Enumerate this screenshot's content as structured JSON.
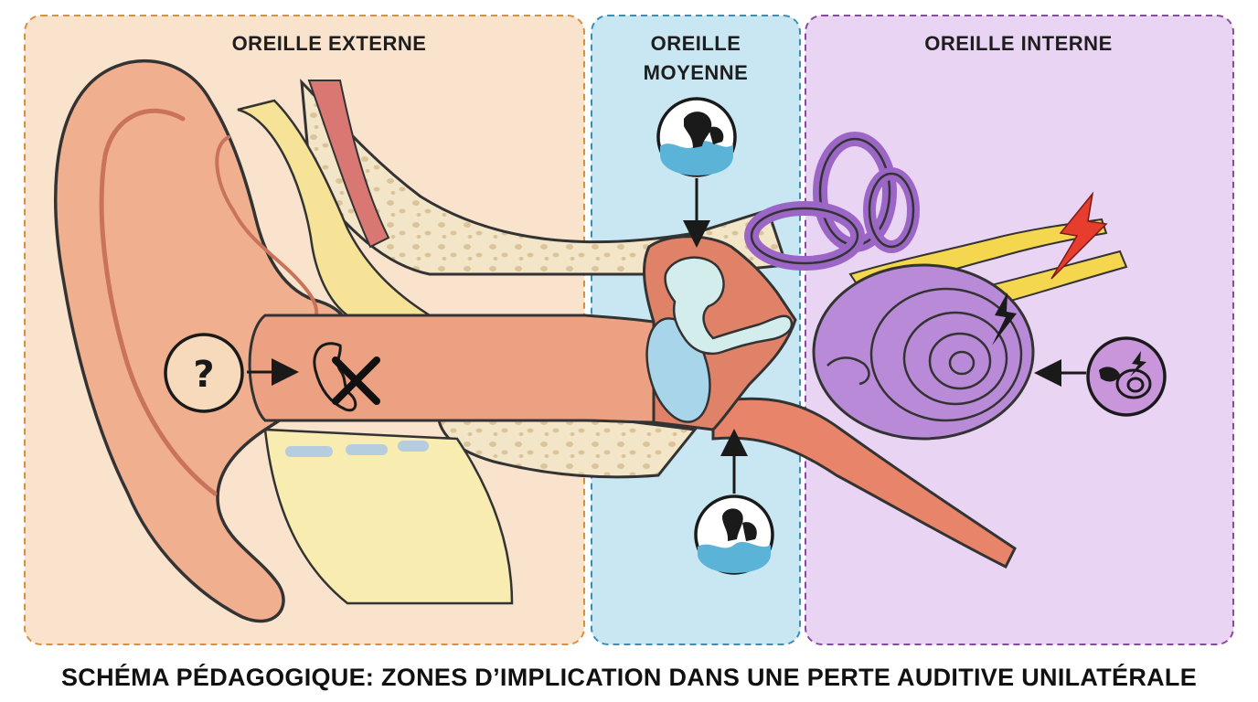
{
  "zones": {
    "outer": {
      "label": "OREILLE EXTERNE",
      "color": "#f7d9bb",
      "border": "#d9913f"
    },
    "middle": {
      "label_line1": "OREILLE",
      "label_line2": "MOYENNE",
      "color": "#bfe3f1",
      "border": "#3a8fb5"
    },
    "inner": {
      "label": "OREILLE INTERNE",
      "color": "#e6ccf1",
      "border": "#8a4aa3"
    }
  },
  "icons": {
    "outer_unknown": "question-mark-icon",
    "outer_blocked": "ear-crossed-icon",
    "middle_top": "ossicles-fluid-icon",
    "middle_bottom": "eardrum-fluid-icon",
    "inner_right": "cochlea-nerve-damage-icon"
  },
  "question_mark": "?",
  "caption": "SCHÉMA PÉDAGOGIQUE: ZONES D’IMPLICATION DANS UNE PERTE AUDITIVE UNILATÉRALE"
}
